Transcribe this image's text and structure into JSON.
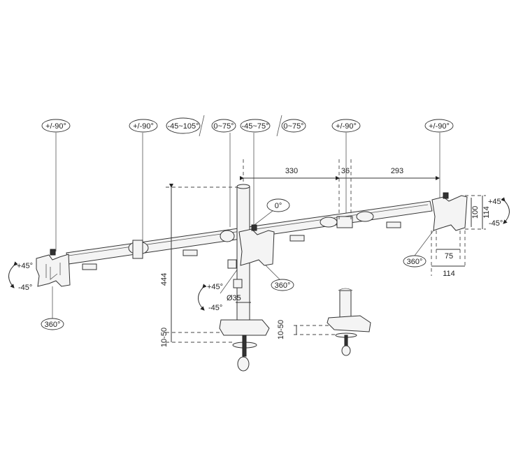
{
  "rotation_labels": {
    "left_head": "+/-90°",
    "left_arm_joint": "+/-90°",
    "center_tilt_a": "-45~105°",
    "center_tilt_b": "0~75°",
    "center_tilt_c": "-45~75°",
    "center_tilt_d": "0~75°",
    "right_arm_joint": "+/-90°",
    "right_head": "+/-90°",
    "center_head_rotation": "0°"
  },
  "swivel_labels": {
    "left_plus": "+45°",
    "left_minus": "-45°",
    "left_rotate": "360°",
    "pole_plus": "+45°",
    "pole_minus": "-45°",
    "center_rotate": "360°",
    "right_plus": "+45°",
    "right_minus": "-45°",
    "right_rotate": "360°"
  },
  "dimensions": {
    "arm_inner": "330",
    "joint_gap": "36",
    "arm_outer": "293",
    "pole_height": "444",
    "pole_diameter": "Ø35",
    "clamp_range": "10-50",
    "clamp_range_detail": "10-50",
    "vesa_small_v": "100",
    "vesa_large_v": "114",
    "vesa_small_h": "75",
    "vesa_large_h": "114"
  }
}
